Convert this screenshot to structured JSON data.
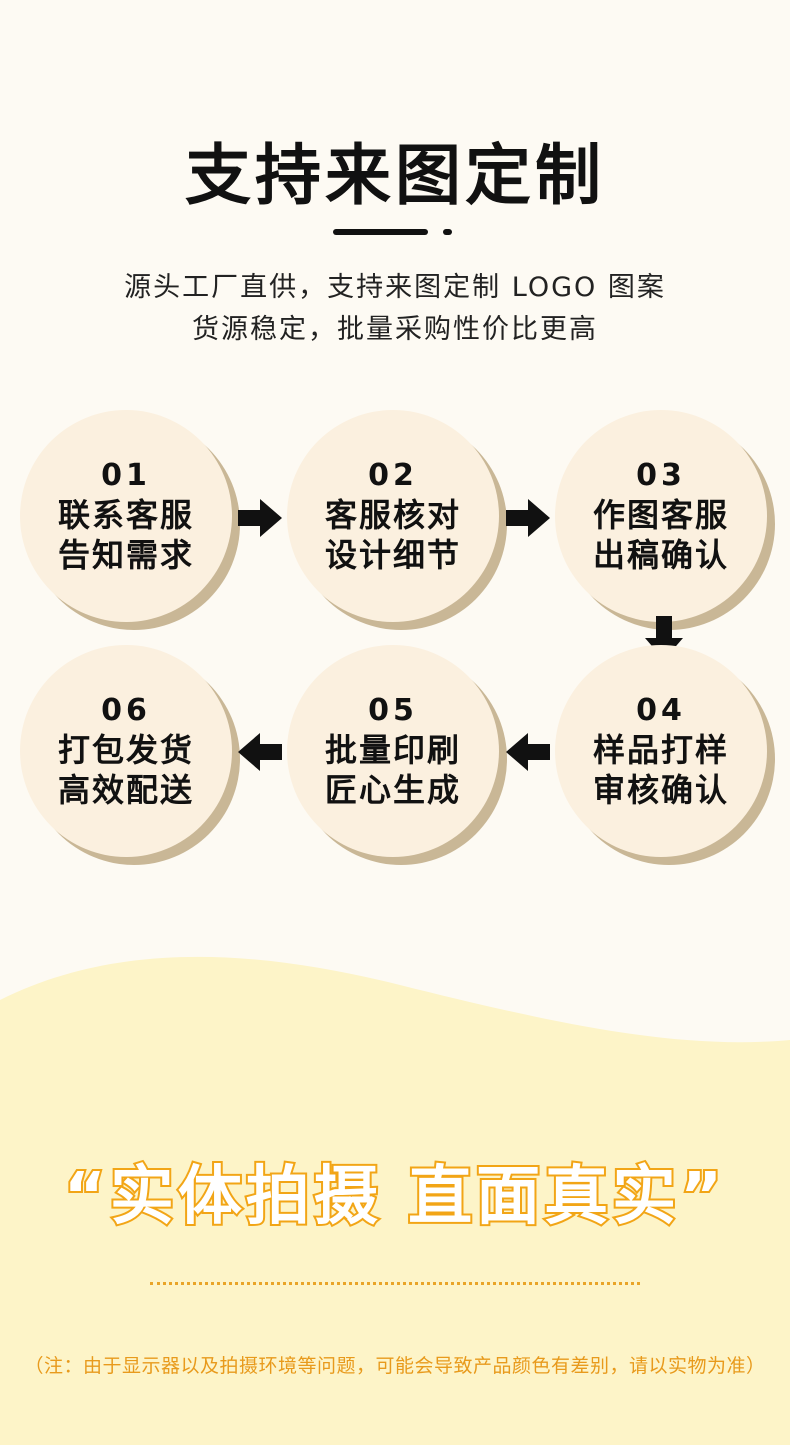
{
  "header": {
    "title": "支持来图定制",
    "subtitle_line1": "源头工厂直供，支持来图定制 LOGO 图案",
    "subtitle_line2": "货源稳定，批量采购性价比更高"
  },
  "steps": [
    {
      "num": "01",
      "line1": "联系客服",
      "line2": "告知需求"
    },
    {
      "num": "02",
      "line1": "客服核对",
      "line2": "设计细节"
    },
    {
      "num": "03",
      "line1": "作图客服",
      "line2": "出稿确认"
    },
    {
      "num": "04",
      "line1": "样品打样",
      "line2": "审核确认"
    },
    {
      "num": "05",
      "line1": "批量印刷",
      "line2": "匠心生成"
    },
    {
      "num": "06",
      "line1": "打包发货",
      "line2": "高效配送"
    }
  ],
  "footer": {
    "slogan": "“实体拍摄 直面真实”",
    "note": "（注：由于显示器以及拍摄环境等问题，可能会导致产品颜色有差别，请以实物为准）"
  },
  "colors": {
    "circle": "#fbf0df",
    "circle_shadow": "#c9b796",
    "wave": "#fdf4c8",
    "accent": "#f2a516"
  },
  "icons": [
    "arrow-right-icon",
    "arrow-down-icon",
    "arrow-left-icon"
  ]
}
